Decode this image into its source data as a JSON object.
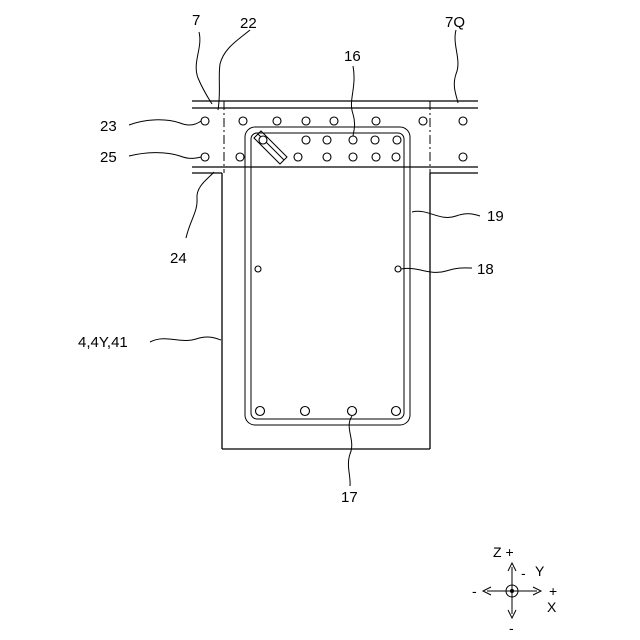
{
  "labels": {
    "l7": "7",
    "l22": "22",
    "l7Q": "7Q",
    "l16": "16",
    "l23": "23",
    "l25": "25",
    "l19": "19",
    "l24": "24",
    "l18": "18",
    "l4": "4,4Y,41",
    "l17": "17"
  },
  "axes": {
    "z": "Z +",
    "y_minus": "-",
    "y": "Y",
    "x_plus": "+",
    "x": "X",
    "left_minus": "-",
    "bottom_minus": "-"
  }
}
